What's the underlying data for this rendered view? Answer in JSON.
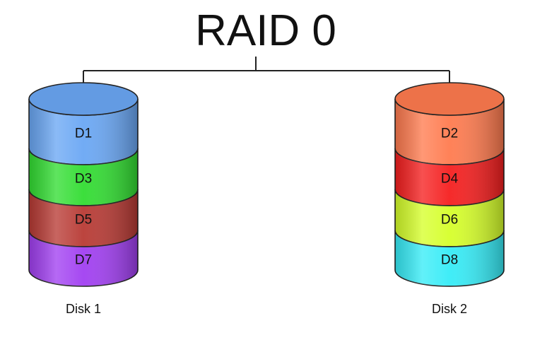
{
  "title": "RAID 0",
  "disks": [
    {
      "label": "Disk 1",
      "segments": [
        {
          "label": "D1",
          "color": "#6aa7f4"
        },
        {
          "label": "D3",
          "color": "#32dd32"
        },
        {
          "label": "D5",
          "color": "#b83a34"
        },
        {
          "label": "D7",
          "color": "#a13ff1"
        }
      ]
    },
    {
      "label": "Disk 2",
      "segments": [
        {
          "label": "D2",
          "color": "#ff7b4f"
        },
        {
          "label": "D4",
          "color": "#f51f1f"
        },
        {
          "label": "D6",
          "color": "#d6ff2a"
        },
        {
          "label": "D8",
          "color": "#36ecf7"
        }
      ]
    }
  ]
}
